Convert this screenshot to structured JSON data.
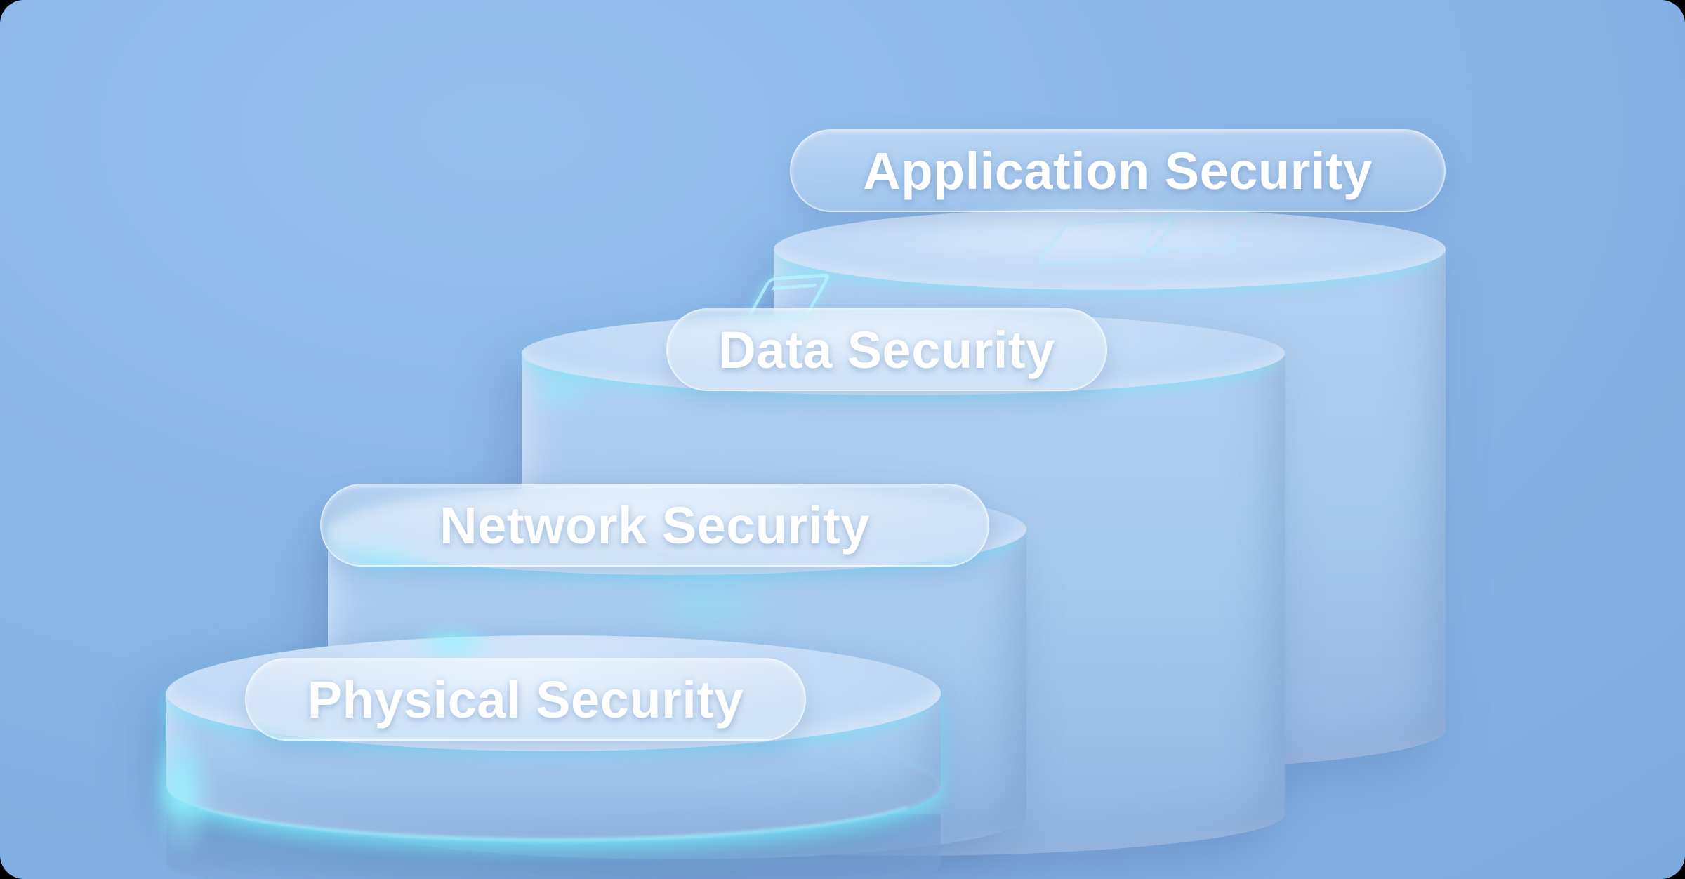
{
  "diagram": {
    "type": "stacked-cylinder-steps",
    "description": "Four ascending cylindrical platforms, each representing a security layer",
    "layers": [
      {
        "id": "physical",
        "label": "Physical Security",
        "step": 1
      },
      {
        "id": "network",
        "label": "Network Security",
        "step": 2
      },
      {
        "id": "data",
        "label": "Data Security",
        "step": 3
      },
      {
        "id": "application",
        "label": "Application Security",
        "step": 4
      }
    ]
  },
  "colors": {
    "background": "#87b3e5",
    "cylinder_body": "#a6c8ee",
    "cylinder_top": "#c2daf5",
    "glow_accent": "#8ef0ff",
    "label_text": "#ffffff",
    "label_pill": "rgba(255,255,255,0.25)"
  },
  "icons": {
    "window": "window-glow-icon",
    "wireframe": "wireframe-panel-icon",
    "lock_glow": "lock-glow",
    "rim_glow": "rim-glow"
  }
}
